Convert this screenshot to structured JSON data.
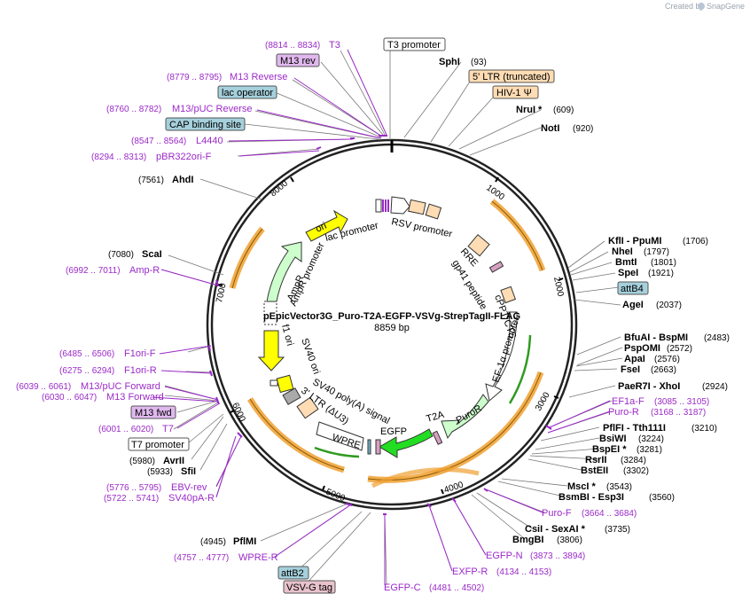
{
  "credit": {
    "prefix": "Created by",
    "brand": "SnapGene"
  },
  "plasmid": {
    "name": "pEpicVector3G_Puro-T2A-EGFP-VSVg-StrepTagII-FLAG",
    "length": "8859 bp"
  },
  "ticks": [
    "1000",
    "2000",
    "3000",
    "4000",
    "5000",
    "6000",
    "7000",
    "8000"
  ],
  "sites": [
    {
      "name": "SphI",
      "pos": "(93)"
    },
    {
      "name": "NruI *",
      "pos": "(609)"
    },
    {
      "name": "NotI",
      "pos": "(920)"
    },
    {
      "name": "KflI  - PpuMI",
      "pos": "(1706)"
    },
    {
      "name": "NheI",
      "pos": "(1797)"
    },
    {
      "name": "BmtI",
      "pos": "(1801)"
    },
    {
      "name": "SpeI",
      "pos": "(1921)"
    },
    {
      "name": "AgeI",
      "pos": "(2037)"
    },
    {
      "name": "BfuAI  - BspMI",
      "pos": "(2483)"
    },
    {
      "name": "PspOMI",
      "pos": "(2572)"
    },
    {
      "name": "ApaI",
      "pos": "(2576)"
    },
    {
      "name": "FseI",
      "pos": "(2663)"
    },
    {
      "name": "PaeR7I  - XhoI",
      "pos": "(2924)"
    },
    {
      "name": "PflFI  - Tth111I",
      "pos": "(3210)"
    },
    {
      "name": "BsiWI",
      "pos": "(3224)"
    },
    {
      "name": "BspEI *",
      "pos": "(3281)"
    },
    {
      "name": "RsrII",
      "pos": "(3284)"
    },
    {
      "name": "BstEII",
      "pos": "(3302)"
    },
    {
      "name": "MscI *",
      "pos": "(3543)"
    },
    {
      "name": "BsmBI  - Esp3I",
      "pos": "(3560)"
    },
    {
      "name": "CsiI  - SexAI *",
      "pos": "(3735)"
    },
    {
      "name": "BmgBI",
      "pos": "(3806)"
    },
    {
      "name": "PflMI",
      "pos": "(4945)"
    },
    {
      "name": "SfiI",
      "pos": "(5933)"
    },
    {
      "name": "AvrII",
      "pos": "(5980)"
    },
    {
      "name": "ScaI",
      "pos": "(7080)"
    },
    {
      "name": "AhdI",
      "pos": "(7561)"
    }
  ],
  "primers": [
    {
      "name": "T3",
      "pos": "(8814 .. 8834)"
    },
    {
      "name": "M13 Reverse",
      "pos": "(8779 .. 8795)"
    },
    {
      "name": "M13/pUC Reverse",
      "pos": "(8760 .. 8782)"
    },
    {
      "name": "L4440",
      "pos": "(8547 .. 8564)"
    },
    {
      "name": "pBR322ori-F",
      "pos": "(8294 .. 8313)"
    },
    {
      "name": "Amp-R",
      "pos": "(6992 .. 7011)"
    },
    {
      "name": "F1ori-F",
      "pos": "(6485 .. 6506)"
    },
    {
      "name": "F1ori-R",
      "pos": "(6275 .. 6294)"
    },
    {
      "name": "M13/pUC Forward",
      "pos": "(6039 .. 6061)"
    },
    {
      "name": "M13 Forward",
      "pos": "(6030 .. 6047)"
    },
    {
      "name": "T7",
      "pos": "(6001 .. 6020)"
    },
    {
      "name": "EBV-rev",
      "pos": "(5776 .. 5795)"
    },
    {
      "name": "SV40pA-R",
      "pos": "(5722 .. 5741)"
    },
    {
      "name": "WPRE-R",
      "pos": "(4757 .. 4777)"
    },
    {
      "name": "EF1a-F",
      "pos": "(3085 .. 3105)"
    },
    {
      "name": "Puro-R",
      "pos": "(3168 .. 3187)"
    },
    {
      "name": "Puro-F",
      "pos": "(3664 .. 3684)"
    },
    {
      "name": "EGFP-N",
      "pos": "(3873 .. 3894)"
    },
    {
      "name": "EXFP-R",
      "pos": "(4134 .. 4153)"
    },
    {
      "name": "EGFP-C",
      "pos": "(4481 .. 4502)"
    }
  ],
  "boxes": {
    "t3_promoter": "T3 promoter",
    "m13_rev": "M13 rev",
    "lac_operator": "lac operator",
    "cap_site": "CAP binding site",
    "ltr5": "5' LTR (truncated)",
    "hiv_psi": "HIV-1 Ψ",
    "attb4": "attB4",
    "m13_fwd": "M13 fwd",
    "t7_promoter": "T7 promoter",
    "attb2": "attB2",
    "vsvg_tag": "VSV-G tag"
  },
  "features": {
    "lac_promoter": "lac promoter",
    "rsv_promoter": "RSV promoter",
    "rre": "RRE",
    "gp41": "gp41 peptide",
    "cppt": "cPPT/CTS",
    "ef1a": "EF-1α promoter",
    "puror": "PuroR",
    "t2a": "T2A",
    "egfp": "EGFP",
    "wpre": "WPRE",
    "ltr3": "3' LTR (ΔU3)",
    "sv40polya": "SV40 poly(A) signal",
    "sv40ori": "SV40 ori",
    "f1ori": "f1 ori",
    "ampr_promoter": "AmpR promoter",
    "ampr": "AmpR",
    "ori": "ori"
  },
  "colors": {
    "primer": "#9b2ac8",
    "backbone": "#222222",
    "ori": "#ffff00",
    "ampr": "#ccffcc",
    "egfp": "#22dd22",
    "ltr": "#ffdcb4",
    "orange": "#f0a030"
  }
}
